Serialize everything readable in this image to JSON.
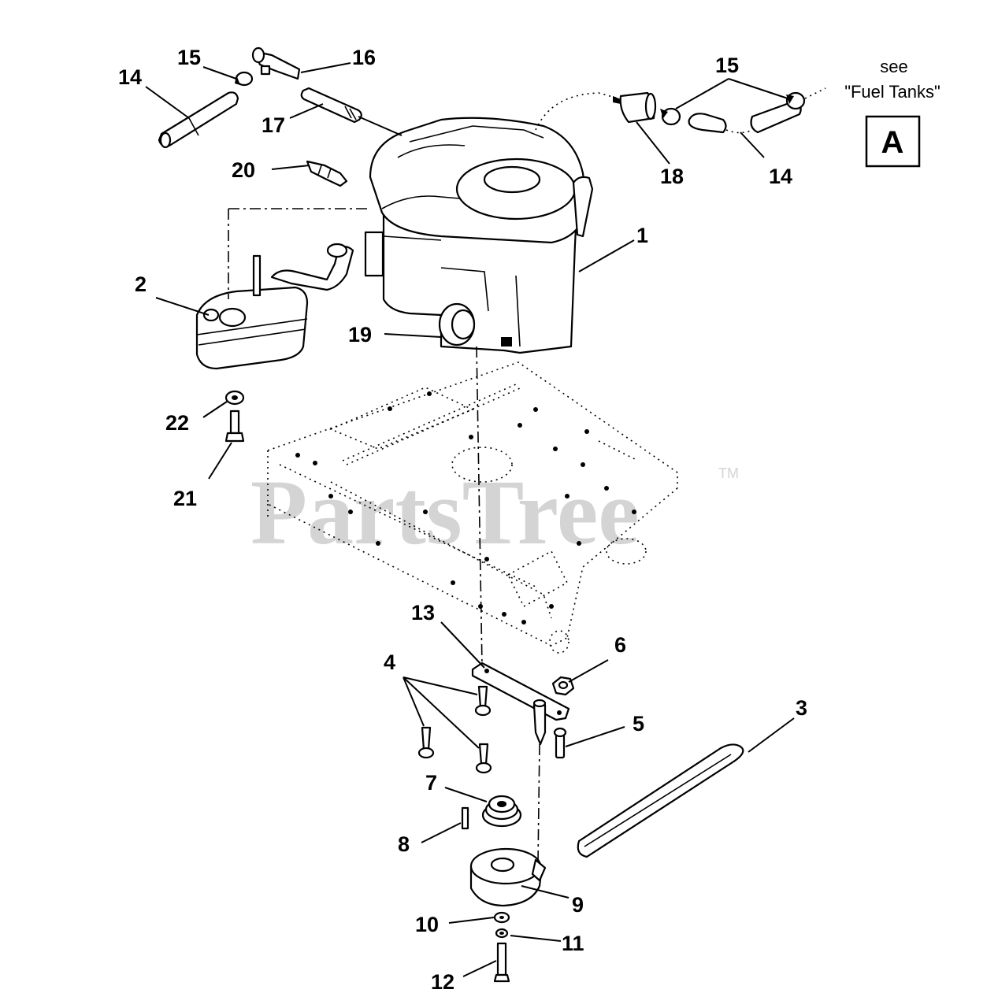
{
  "watermark": {
    "brand": "PartsTree",
    "trademark": "TM"
  },
  "see_note": {
    "line1": "see",
    "line2": "\"Fuel Tanks\"",
    "ref_letter": "A"
  },
  "callouts": {
    "c1": "1",
    "c2": "2",
    "c3": "3",
    "c4": "4",
    "c5": "5",
    "c6": "6",
    "c7": "7",
    "c8": "8",
    "c9": "9",
    "c10": "10",
    "c11": "11",
    "c12": "12",
    "c13": "13",
    "c14a": "14",
    "c14b": "14",
    "c15a": "15",
    "c15b": "15",
    "c16": "16",
    "c17": "17",
    "c18": "18",
    "c19": "19",
    "c20": "20",
    "c21": "21",
    "c22": "22"
  }
}
